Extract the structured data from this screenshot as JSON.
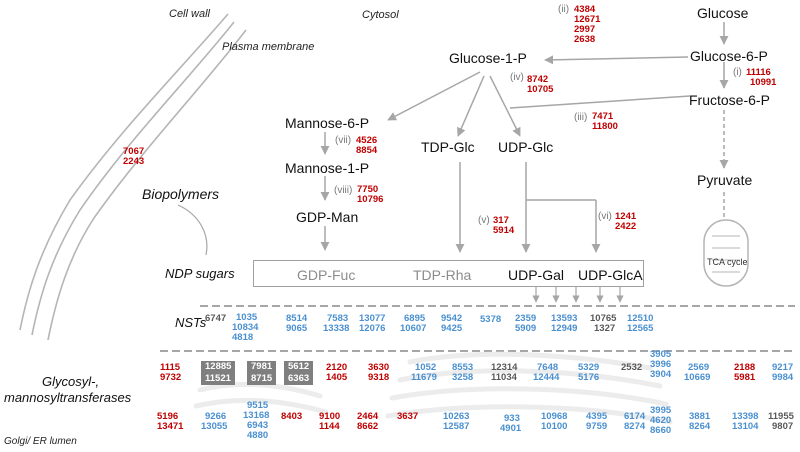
{
  "compartments": {
    "cell_wall": "Cell wall",
    "cytosol": "Cytosol",
    "plasma_membrane": "Plasma membrane",
    "golgi_er": "Golgi/ ER lumen"
  },
  "metabolites": {
    "glucose": "Glucose",
    "glucose_6_p": "Glucose-6-P",
    "fructose_6_p": "Fructose-6-P",
    "pyruvate": "Pyruvate",
    "glucose_1_p": "Glucose-1-P",
    "mannose_6_p": "Mannose-6-P",
    "mannose_1_p": "Mannose-1-P",
    "gdp_man": "GDP-Man",
    "tdp_glc": "TDP-Glc",
    "udp_glc": "UDP-Glc",
    "biopolymers": "Biopolymers",
    "tca_cycle": "TCA cycle"
  },
  "ndp": {
    "label": "NDP sugars",
    "gdp_fuc": "GDP-Fuc",
    "tdp_rha": "TDP-Rha",
    "udp_gal": "UDP-Gal",
    "udp_glca": "UDP-GlcA"
  },
  "steps": {
    "i": {
      "roman": "(i)",
      "ids": [
        "11116",
        "10991"
      ]
    },
    "ii": {
      "roman": "(ii)",
      "ids": [
        "4384",
        "12671",
        "2997",
        "2638"
      ]
    },
    "iii": {
      "roman": "(iii)",
      "ids": [
        "7471",
        "11800"
      ]
    },
    "iv": {
      "roman": "(iv)",
      "ids": [
        "8742",
        "10705"
      ]
    },
    "v": {
      "roman": "(v)",
      "ids": [
        "317",
        "5914"
      ]
    },
    "vi": {
      "roman": "(vi)",
      "ids": [
        "1241",
        "2422"
      ]
    },
    "vii": {
      "roman": "(vii)",
      "ids": [
        "4526",
        "8854"
      ]
    },
    "viii": {
      "roman": "(viii)",
      "ids": [
        "7750",
        "10796"
      ]
    }
  },
  "biopolymer_ids": [
    "7067",
    "2243"
  ],
  "nsts": {
    "label": "NSTs",
    "g1": [
      "6747"
    ],
    "g2": [
      "1035",
      "10834",
      "4818"
    ],
    "g3": [
      "8514",
      "9065"
    ],
    "g4": [
      "7583",
      "13338"
    ],
    "g5": [
      "13077",
      "12076"
    ],
    "g6": [
      "6895",
      "10607"
    ],
    "g7": [
      "9542",
      "9425"
    ],
    "g8": [
      "5378"
    ],
    "g9": [
      "2359",
      "5909"
    ],
    "g10": [
      "13593",
      "12949"
    ],
    "g11": [
      "10765",
      "1327"
    ],
    "g12": [
      "12510",
      "12565"
    ]
  },
  "gt": {
    "label_line1": "Glycosyl-,",
    "label_line2": "mannosyltransferases",
    "top": {
      "t1": [
        "1115",
        "9732"
      ],
      "t2": [
        "12885",
        "11521"
      ],
      "t3": [
        "7981",
        "8715"
      ],
      "t4": [
        "5612",
        "6363"
      ],
      "t5": [
        "2120",
        "1405"
      ],
      "t6": [
        "3630",
        "9318"
      ],
      "t7": [
        "1052",
        "11679"
      ],
      "t8": [
        "8553",
        "3258"
      ],
      "t9": [
        "12314",
        "11034"
      ],
      "t10": [
        "7648",
        "12444"
      ],
      "t11": [
        "5329",
        "5176"
      ],
      "t12": [
        "2532"
      ],
      "t13": [
        "3905",
        "3996",
        "3904"
      ],
      "t14": [
        "2569",
        "10669"
      ],
      "t15": [
        "2188",
        "5981"
      ],
      "t16": [
        "9217",
        "9984"
      ]
    },
    "bottom": {
      "b1": [
        "5196",
        "13471"
      ],
      "b2": [
        "9266",
        "13055"
      ],
      "b3": [
        "9515",
        "13168",
        "6943",
        "4880"
      ],
      "b4": [
        "8403"
      ],
      "b5": [
        "9100",
        "1144"
      ],
      "b6": [
        "2464",
        "8662"
      ],
      "b7": [
        "3637"
      ],
      "b8": [
        "10263",
        "12587"
      ],
      "b9": [
        "933",
        "4901"
      ],
      "b10": [
        "10968",
        "10100"
      ],
      "b11": [
        "4395",
        "9759"
      ],
      "b12": [
        "6174",
        "8274"
      ],
      "b13": [
        "3995",
        "4620",
        "8660"
      ],
      "b14": [
        "3881",
        "8264"
      ],
      "b15": [
        "13398",
        "13104"
      ],
      "b16": [
        "11955",
        "9807"
      ]
    }
  },
  "colors": {
    "red": "#c00000",
    "blue": "#4a90d0",
    "gray_text": "#595959",
    "gray_box": "#7f7f7f",
    "arrow": "#a6a6a6"
  }
}
